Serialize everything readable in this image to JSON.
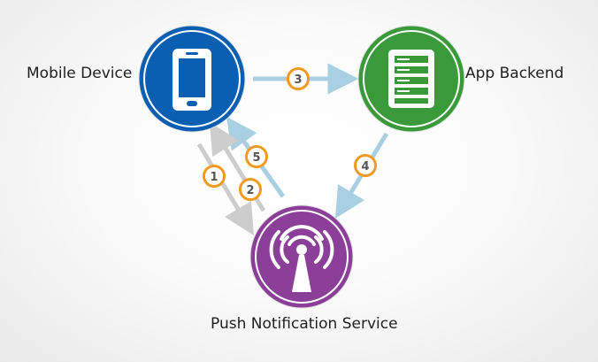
{
  "nodes": {
    "mobile_device": {
      "label": "Mobile Device",
      "icon": "smartphone-icon",
      "color": "#0b5fb3"
    },
    "app_backend": {
      "label": "App Backend",
      "icon": "server-icon",
      "color": "#3a9a3a"
    },
    "push_service": {
      "label": "Push Notification Service",
      "icon": "broadcast-antenna-icon",
      "color": "#8b3f98"
    }
  },
  "steps": [
    "1",
    "2",
    "3",
    "4",
    "5"
  ],
  "colors": {
    "arrow_blue": "#a9cfe3",
    "arrow_gray": "#cdcdcd",
    "badge_ring": "#f29a1f",
    "badge_text": "#555555"
  }
}
